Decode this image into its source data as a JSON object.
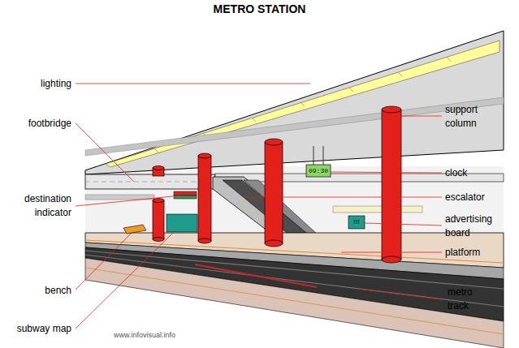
{
  "diagram": {
    "title": "METRO STATION",
    "labels": [
      "lighting",
      "footbridge",
      "destination indicator",
      "bench",
      "subway map",
      "support column",
      "clock",
      "escalator",
      "advertising board",
      "platform",
      "metro track",
      "09:30",
      "!!!",
      "www.infovisual.info"
    ]
  }
}
